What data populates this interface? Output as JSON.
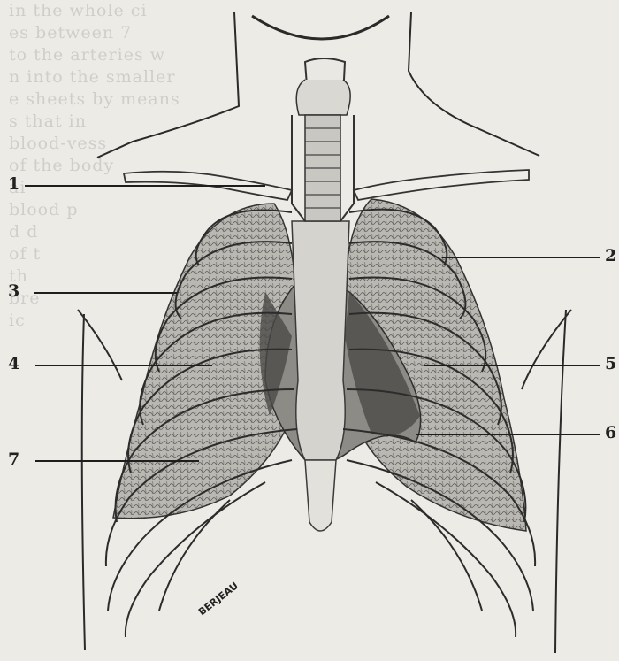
{
  "background_text_lines": [
    "in the whole ci",
    "es between 7",
    "to the arteries w",
    "n into the smaller",
    "e sheets by means",
    "s that in",
    "blood-vess",
    "of the body",
    "ai",
    "blood p",
    "d d",
    "",
    "",
    "",
    "",
    "",
    "",
    "",
    "of t",
    "th",
    "bre",
    "",
    "ic"
  ],
  "labels": {
    "l1": "1",
    "l2": "2",
    "l3": "3",
    "l4": "4",
    "l5": "5",
    "l6": "6",
    "l7": "7"
  },
  "signature": "BERJEAU"
}
